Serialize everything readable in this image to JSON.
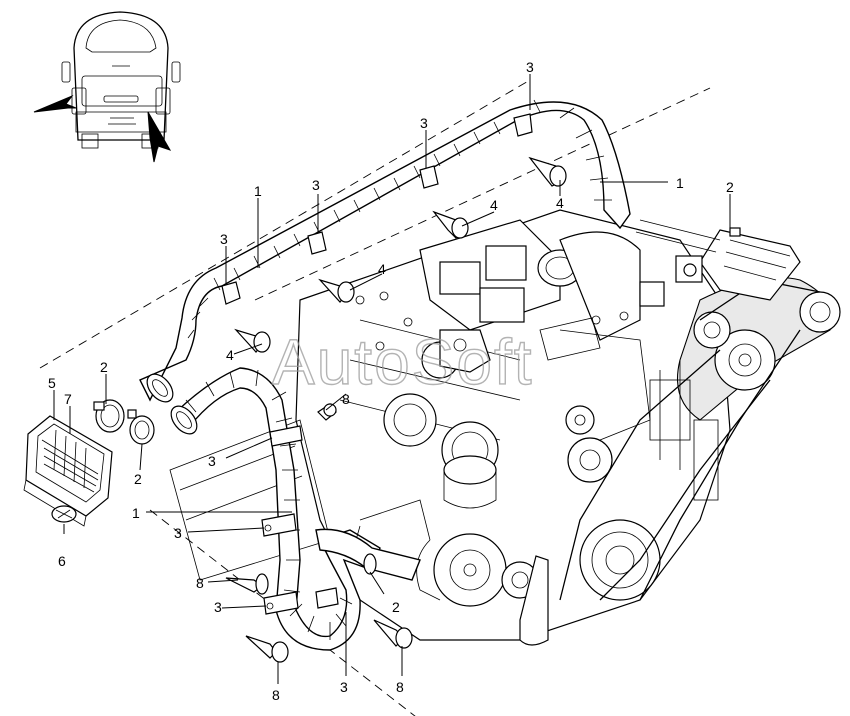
{
  "diagram": {
    "watermark": "AutoSoft",
    "callouts": [
      {
        "id": "c1",
        "text": "3"
      },
      {
        "id": "c2",
        "text": "3"
      },
      {
        "id": "c3",
        "text": "1"
      },
      {
        "id": "c4",
        "text": "3"
      },
      {
        "id": "c5",
        "text": "3"
      },
      {
        "id": "c6",
        "text": "4"
      },
      {
        "id": "c7",
        "text": "1"
      },
      {
        "id": "c8",
        "text": "2"
      },
      {
        "id": "c9",
        "text": "4"
      },
      {
        "id": "c10",
        "text": "4"
      },
      {
        "id": "c11",
        "text": "4"
      },
      {
        "id": "c12",
        "text": "8"
      },
      {
        "id": "c13",
        "text": "5"
      },
      {
        "id": "c14",
        "text": "7"
      },
      {
        "id": "c15",
        "text": "2"
      },
      {
        "id": "c16",
        "text": "2"
      },
      {
        "id": "c17",
        "text": "3"
      },
      {
        "id": "c18",
        "text": "6"
      },
      {
        "id": "c19",
        "text": "1"
      },
      {
        "id": "c20",
        "text": "3"
      },
      {
        "id": "c21",
        "text": "8"
      },
      {
        "id": "c22",
        "text": "3"
      },
      {
        "id": "c23",
        "text": "2"
      },
      {
        "id": "c24",
        "text": "8"
      },
      {
        "id": "c25",
        "text": "3"
      },
      {
        "id": "c26",
        "text": "8"
      }
    ]
  }
}
